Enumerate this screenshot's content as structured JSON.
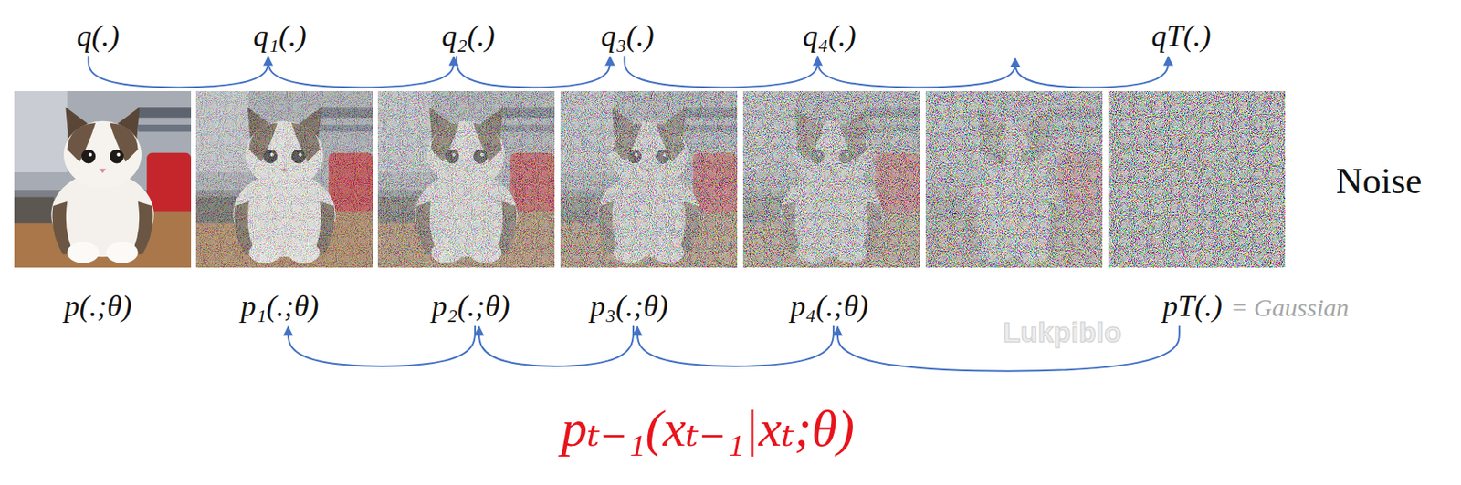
{
  "diagram": {
    "nodes": [
      {
        "text": [
          "q(.)"
        ]
      },
      {
        "text": [
          "q₁(.)"
        ]
      },
      {
        "text": [
          "q₂(.)"
        ]
      },
      {
        "text": [
          "q₃(.)"
        ]
      },
      {
        "text": [
          "q₄(.)"
        ]
      },
      {
        "text": [
          "qT(.)"
        ]
      },
      {
        "text": [
          "p(.;θ)"
        ]
      },
      {
        "text": [
          "p₁(.;θ)"
        ]
      },
      {
        "text": [
          "p₂(.;θ)"
        ]
      },
      {
        "text": [
          "p₃(.;θ)"
        ]
      },
      {
        "text": [
          "p₄(.;θ)"
        ]
      },
      {
        "text": [
          "pT(.)",
          "= Gaussian"
        ]
      }
    ],
    "edges": [
      {
        "from": 0,
        "to": 1,
        "arrow": "to"
      },
      {
        "from": 1,
        "to": 2,
        "arrow": "to"
      },
      {
        "from": 2,
        "to": 3,
        "arrow": "to"
      },
      {
        "from": 3,
        "to": 4,
        "arrow": "to"
      },
      {
        "from": 4,
        "to": 5,
        "arrow": "to"
      },
      {
        "from": 8,
        "to": 7,
        "arrow": "to"
      },
      {
        "from": 9,
        "to": 8,
        "arrow": "to"
      },
      {
        "from": 10,
        "to": 9,
        "arrow": "to"
      },
      {
        "from": 11,
        "to": 10,
        "arrow": "to"
      }
    ],
    "labels": [
      "Noise",
      "Lukpiblo",
      "pₜ₋₁(xₜ₋₁|xₜ;θ)"
    ]
  }
}
